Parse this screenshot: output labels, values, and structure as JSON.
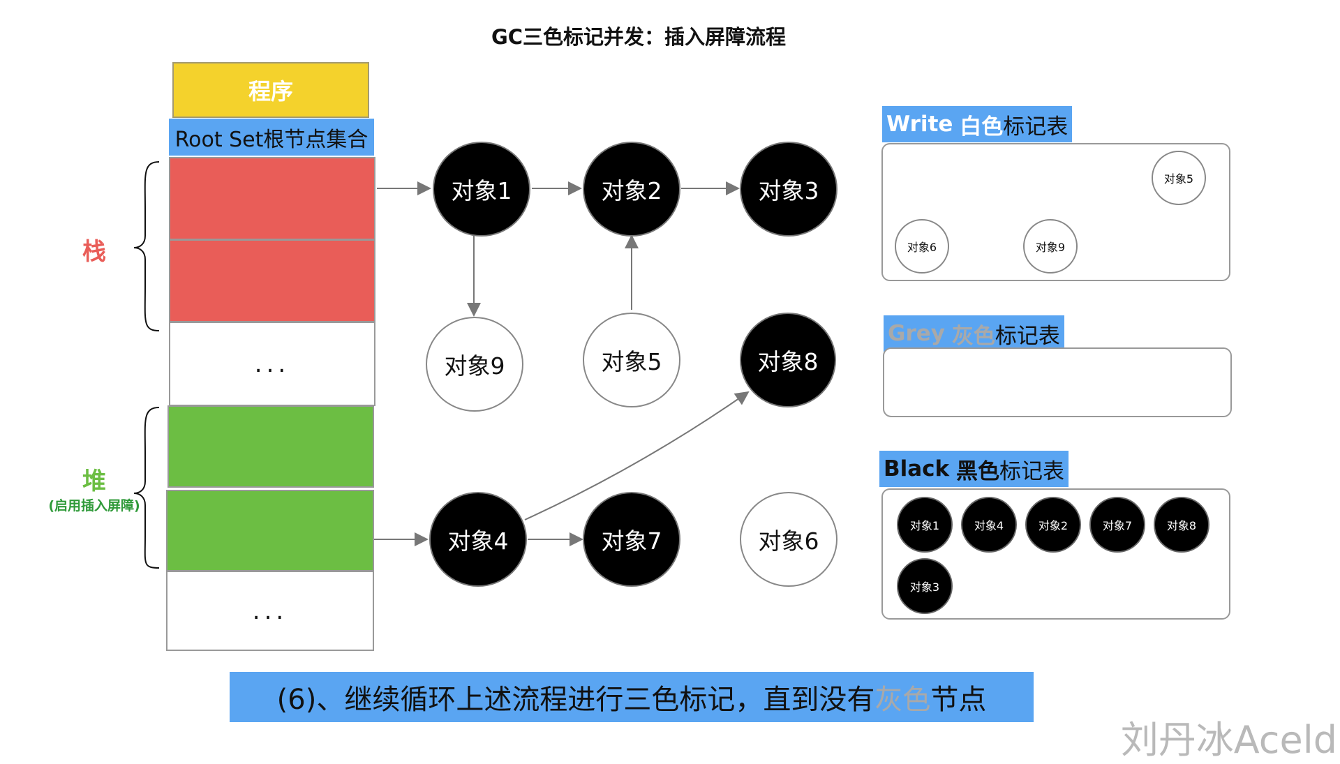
{
  "title": "GC三色标记并发：插入屏障流程",
  "program_label": "程序",
  "root_set_label": "Root Set根节点集合",
  "stack_label": "栈",
  "heap_label": "堆",
  "heap_note": "(启用插入屏障)",
  "ellipsis": "...",
  "nodes": {
    "obj1": "对象1",
    "obj2": "对象2",
    "obj3": "对象3",
    "obj4": "对象4",
    "obj5": "对象5",
    "obj6": "对象6",
    "obj7": "对象7",
    "obj8": "对象8",
    "obj9": "对象9"
  },
  "tables": {
    "white": {
      "en": "Write",
      "cn": "白色",
      "suffix": "标记表",
      "items": [
        "对象5",
        "对象6",
        "对象9"
      ]
    },
    "grey": {
      "en": "Grey",
      "cn": "灰色",
      "suffix": "标记表",
      "items": []
    },
    "black": {
      "en": "Black",
      "cn": "黑色",
      "suffix": "标记表",
      "items": [
        "对象1",
        "对象4",
        "对象2",
        "对象7",
        "对象8",
        "对象3"
      ]
    }
  },
  "caption": {
    "before": "(6)、继续循环上述流程进行三色标记，直到没有",
    "grey": "灰色",
    "after": "节点"
  },
  "watermark": "刘丹冰Aceld",
  "colors": {
    "program": "#f4d22c",
    "root_set": "#5aa5f2",
    "stack": "#e95d58",
    "heap": "#6cbe43",
    "black_node": "#000000",
    "grey_text": "#a9a9a9"
  }
}
